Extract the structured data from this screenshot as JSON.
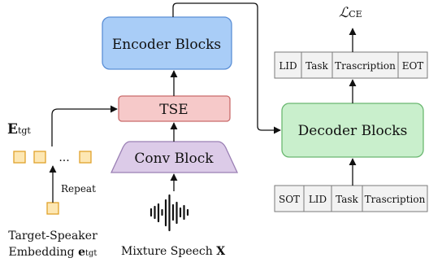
{
  "blocks": {
    "encoder": "Encoder Blocks",
    "tse": "TSE",
    "conv": "Conv Block",
    "decoder": "Decoder Blocks"
  },
  "loss": {
    "symbol": "ℒ",
    "subscript": "CE"
  },
  "output_tokens": [
    "LID",
    "Task",
    "Trascription",
    "EOT"
  ],
  "input_tokens": [
    "SOT",
    "LID",
    "Task",
    "Trascription"
  ],
  "speaker": {
    "embedding_symbol": "E",
    "embedding_subscript": "tgt",
    "ellipsis": "...",
    "repeat_label": "Repeat",
    "caption_line1": "Target-Speaker",
    "caption_line2_text": "Embedding ",
    "caption_line2_symbol": "e",
    "caption_line2_subscript": "tgt"
  },
  "mixture": {
    "caption_text": "Mixture Speech ",
    "caption_symbol": "X"
  },
  "colors": {
    "encoder_fill": "#a9cdf7",
    "encoder_stroke": "#5b8fd6",
    "tse_fill": "#f6c9c9",
    "tse_stroke": "#c96b6b",
    "conv_fill": "#dccbe8",
    "conv_stroke": "#9a7fb4",
    "decoder_fill": "#c9efcc",
    "decoder_stroke": "#6bb871",
    "token_fill": "#f2f2f2",
    "token_stroke": "#7a7a7a",
    "speaker_square_fill": "#fde7b3",
    "speaker_square_stroke": "#e0a22a"
  }
}
